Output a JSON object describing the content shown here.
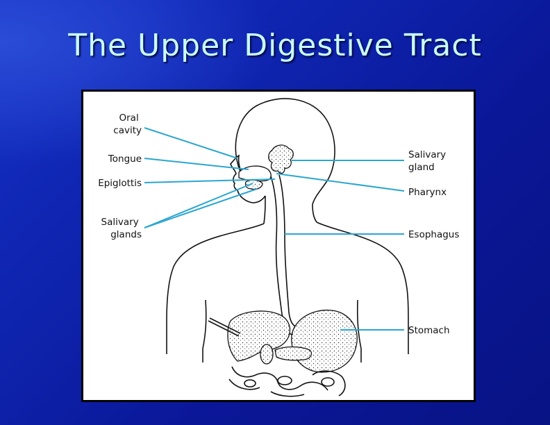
{
  "title": "The Upper Digestive Tract",
  "labels": {
    "oral_cavity": [
      "Oral",
      "cavity"
    ],
    "tongue": "Tongue",
    "epiglottis": "Epiglottis",
    "salivary_glands": [
      "Salivary",
      "glands"
    ],
    "salivary_gland": [
      "Salivary",
      "gland"
    ],
    "pharynx": "Pharynx",
    "esophagus": "Esophagus",
    "stomach": "Stomach"
  },
  "colors": {
    "background": "#0b1a99",
    "title": "#c9fbff",
    "leader_lines": "#2aa6cf"
  }
}
